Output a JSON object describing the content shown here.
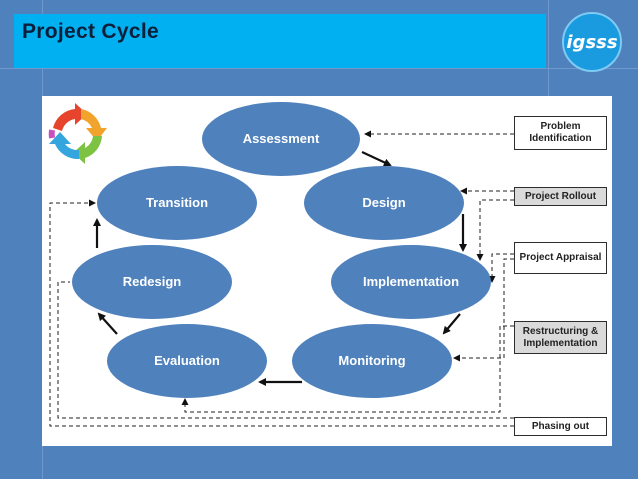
{
  "slide": {
    "title": "Project Cycle",
    "logo_text": "igsss"
  },
  "cycle": {
    "assessment": "Assessment",
    "design": "Design",
    "implementation": "Implementation",
    "monitoring": "Monitoring",
    "evaluation": "Evaluation",
    "redesign": "Redesign",
    "transition": "Transition"
  },
  "phases": {
    "problem_identification": "Problem Identification",
    "project_rollout": "Project Rollout",
    "project_appraisal": "Project Appraisal",
    "restructuring_implementation": "Restructuring & Implementation",
    "phasing_out": "Phasing out"
  },
  "icons": {
    "cycle_icon": "recycle-arrows-icon"
  },
  "colors": {
    "node_fill": "#4f81bd",
    "header": "#00b0f0",
    "background": "#4f81bd"
  }
}
